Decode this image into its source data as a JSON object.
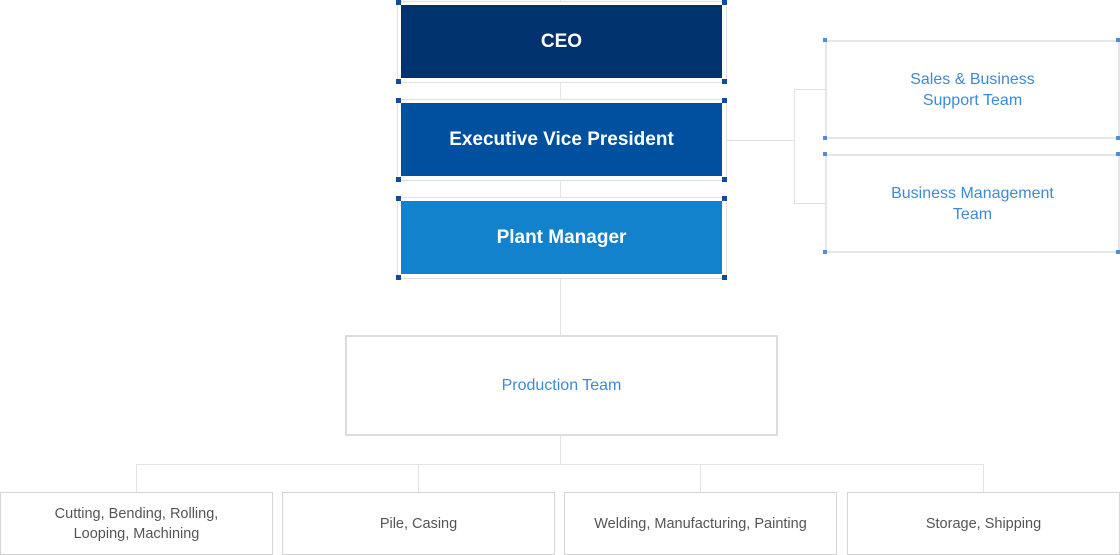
{
  "executive": {
    "ceo": "CEO",
    "evp": "Executive Vice President",
    "plant_manager": "Plant Manager"
  },
  "support": {
    "sales_line1": "Sales & Business",
    "sales_line2": "Support Team",
    "bm_line1": "Business Management",
    "bm_line2": "Team"
  },
  "production": {
    "team": "Production Team"
  },
  "processes": {
    "cutting_line1": "Cutting, Bending, Rolling,",
    "cutting_line2": "Looping, Machining",
    "pile": "Pile, Casing",
    "welding": "Welding, Manufacturing, Painting",
    "storage": "Storage, Shipping"
  },
  "colors": {
    "ceo": "#00336e",
    "evp": "#0050a0",
    "plant_manager": "#1282cc",
    "accent_text": "#3d8ad6"
  }
}
